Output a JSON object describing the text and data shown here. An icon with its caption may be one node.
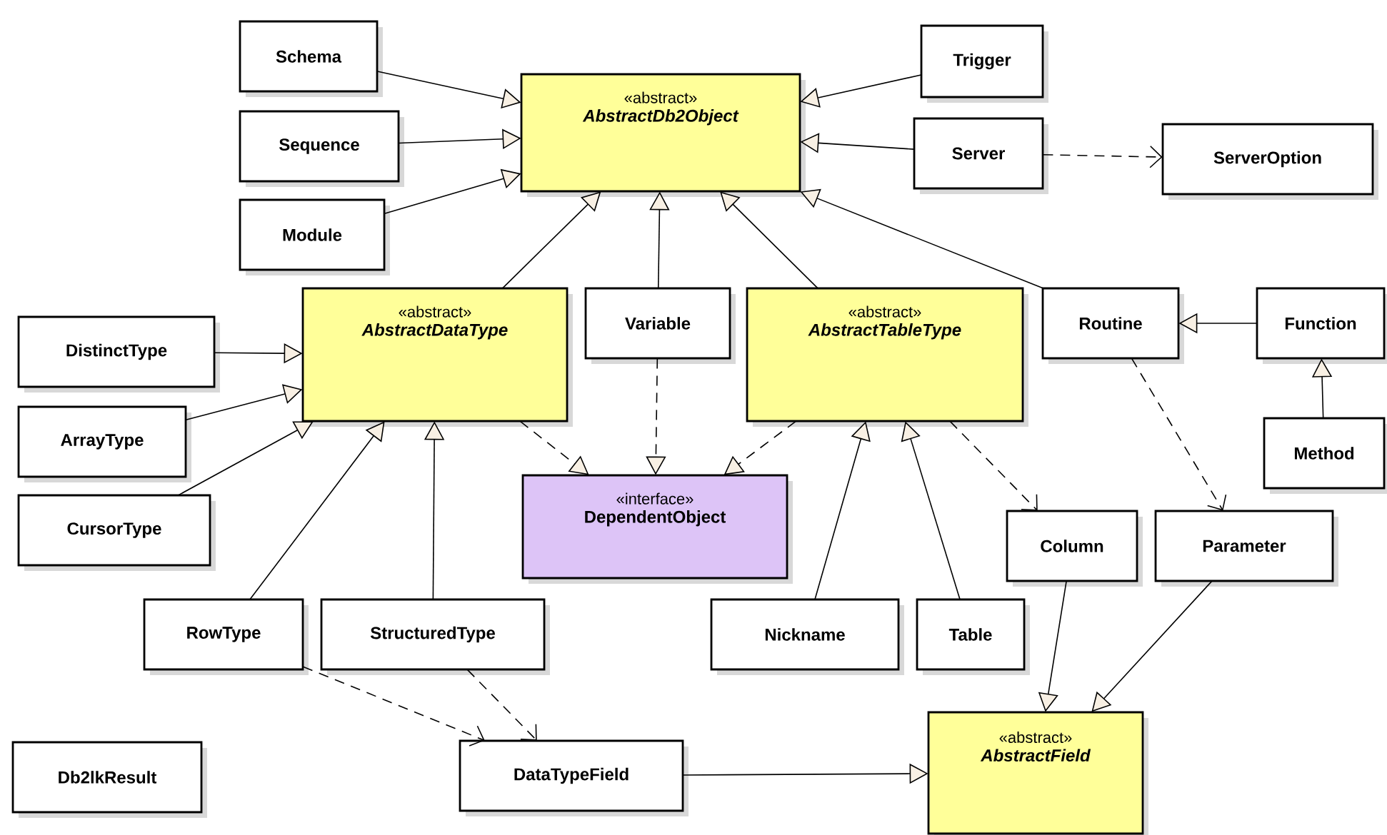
{
  "diagram": {
    "nodes": [
      {
        "text": [
          "Schema"
        ]
      },
      {
        "text": [
          "Sequence"
        ]
      },
      {
        "text": [
          "Module"
        ]
      },
      {
        "text": [
          "«abstract»",
          "AbstractDb2Object"
        ]
      },
      {
        "text": [
          "Trigger"
        ]
      },
      {
        "text": [
          "Server"
        ]
      },
      {
        "text": [
          "ServerOption"
        ]
      },
      {
        "text": [
          "«abstract»",
          "AbstractDataType"
        ]
      },
      {
        "text": [
          "Variable"
        ]
      },
      {
        "text": [
          "«abstract»",
          "AbstractTableType"
        ]
      },
      {
        "text": [
          "DistinctType"
        ]
      },
      {
        "text": [
          "ArrayType"
        ]
      },
      {
        "text": [
          "CursorType"
        ]
      },
      {
        "text": [
          "«interface»",
          "DependentObject"
        ]
      },
      {
        "text": [
          "Routine"
        ]
      },
      {
        "text": [
          "Function"
        ]
      },
      {
        "text": [
          "Method"
        ]
      },
      {
        "text": [
          "Column"
        ]
      },
      {
        "text": [
          "Parameter"
        ]
      },
      {
        "text": [
          "RowType"
        ]
      },
      {
        "text": [
          "StructuredType"
        ]
      },
      {
        "text": [
          "Nickname"
        ]
      },
      {
        "text": [
          "Table"
        ]
      },
      {
        "text": [
          "Db2lkResult"
        ]
      },
      {
        "text": [
          "DataTypeField"
        ]
      },
      {
        "text": [
          "«abstract»",
          "AbstractField"
        ]
      }
    ],
    "edges": [
      {
        "from": 0,
        "to": 3,
        "arrow": "to"
      },
      {
        "from": 1,
        "to": 3,
        "arrow": "to"
      },
      {
        "from": 2,
        "to": 3,
        "arrow": "to"
      },
      {
        "from": 4,
        "to": 3,
        "arrow": "to"
      },
      {
        "from": 5,
        "to": 3,
        "arrow": "to"
      },
      {
        "from": 5,
        "to": 6,
        "arrow": "to",
        "style": "dashed"
      },
      {
        "from": 7,
        "to": 3,
        "arrow": "to"
      },
      {
        "from": 8,
        "to": 3,
        "arrow": "to"
      },
      {
        "from": 9,
        "to": 3,
        "arrow": "to"
      },
      {
        "from": 14,
        "to": 3,
        "arrow": "to"
      },
      {
        "from": 10,
        "to": 7,
        "arrow": "to"
      },
      {
        "from": 11,
        "to": 7,
        "arrow": "to"
      },
      {
        "from": 12,
        "to": 7,
        "arrow": "to"
      },
      {
        "from": 19,
        "to": 7,
        "arrow": "to"
      },
      {
        "from": 20,
        "to": 7,
        "arrow": "to"
      },
      {
        "from": 7,
        "to": 13,
        "arrow": "to",
        "style": "dashed"
      },
      {
        "from": 8,
        "to": 13,
        "arrow": "to",
        "style": "dashed"
      },
      {
        "from": 9,
        "to": 13,
        "arrow": "to",
        "style": "dashed"
      },
      {
        "from": 15,
        "to": 14,
        "arrow": "to"
      },
      {
        "from": 16,
        "to": 15,
        "arrow": "to"
      },
      {
        "from": 9,
        "to": 17,
        "arrow": "to",
        "style": "dashed"
      },
      {
        "from": 14,
        "to": 18,
        "arrow": "to",
        "style": "dashed"
      },
      {
        "from": 21,
        "to": 9,
        "arrow": "to"
      },
      {
        "from": 22,
        "to": 9,
        "arrow": "to"
      },
      {
        "from": 17,
        "to": 25,
        "arrow": "to"
      },
      {
        "from": 18,
        "to": 25,
        "arrow": "to"
      },
      {
        "from": 19,
        "to": 24,
        "arrow": "to",
        "style": "dashed"
      },
      {
        "from": 20,
        "to": 24,
        "arrow": "to",
        "style": "dashed"
      },
      {
        "from": 24,
        "to": 25,
        "arrow": "to"
      }
    ]
  }
}
